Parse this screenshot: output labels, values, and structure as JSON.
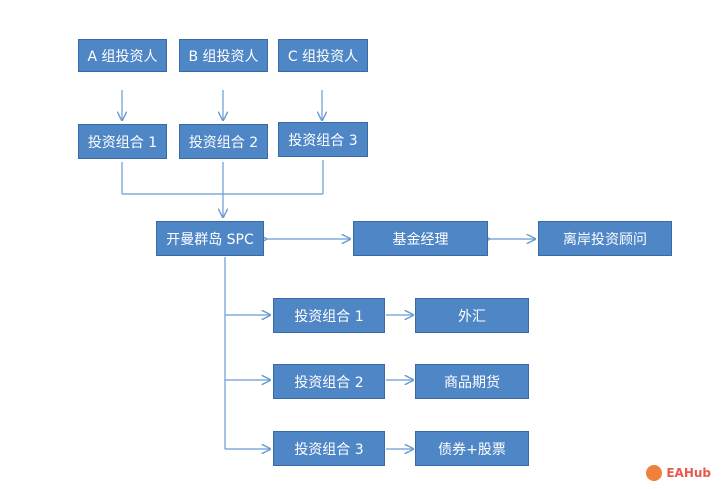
{
  "investors": [
    {
      "label": "A 组投资人"
    },
    {
      "label": "B 组投资人"
    },
    {
      "label": "C 组投资人"
    }
  ],
  "top_portfolios": [
    {
      "label": "投资组合 1"
    },
    {
      "label": "投资组合 2"
    },
    {
      "label": "投资组合 3"
    }
  ],
  "spc": {
    "label": "开曼群岛 SPC"
  },
  "fund_manager": {
    "label": "基金经理"
  },
  "offshore_advisor": {
    "label": "离岸投资顾问"
  },
  "bottom_portfolios": [
    {
      "label": "投资组合 1",
      "asset": "外汇"
    },
    {
      "label": "投资组合 2",
      "asset": "商品期货"
    },
    {
      "label": "投资组合 3",
      "asset": "债券+股票"
    }
  ],
  "watermark": {
    "text": "EAHub"
  },
  "colors": {
    "box_fill": "#4f86c6",
    "box_border": "#3a6aa6",
    "line": "#6a9bd0"
  }
}
